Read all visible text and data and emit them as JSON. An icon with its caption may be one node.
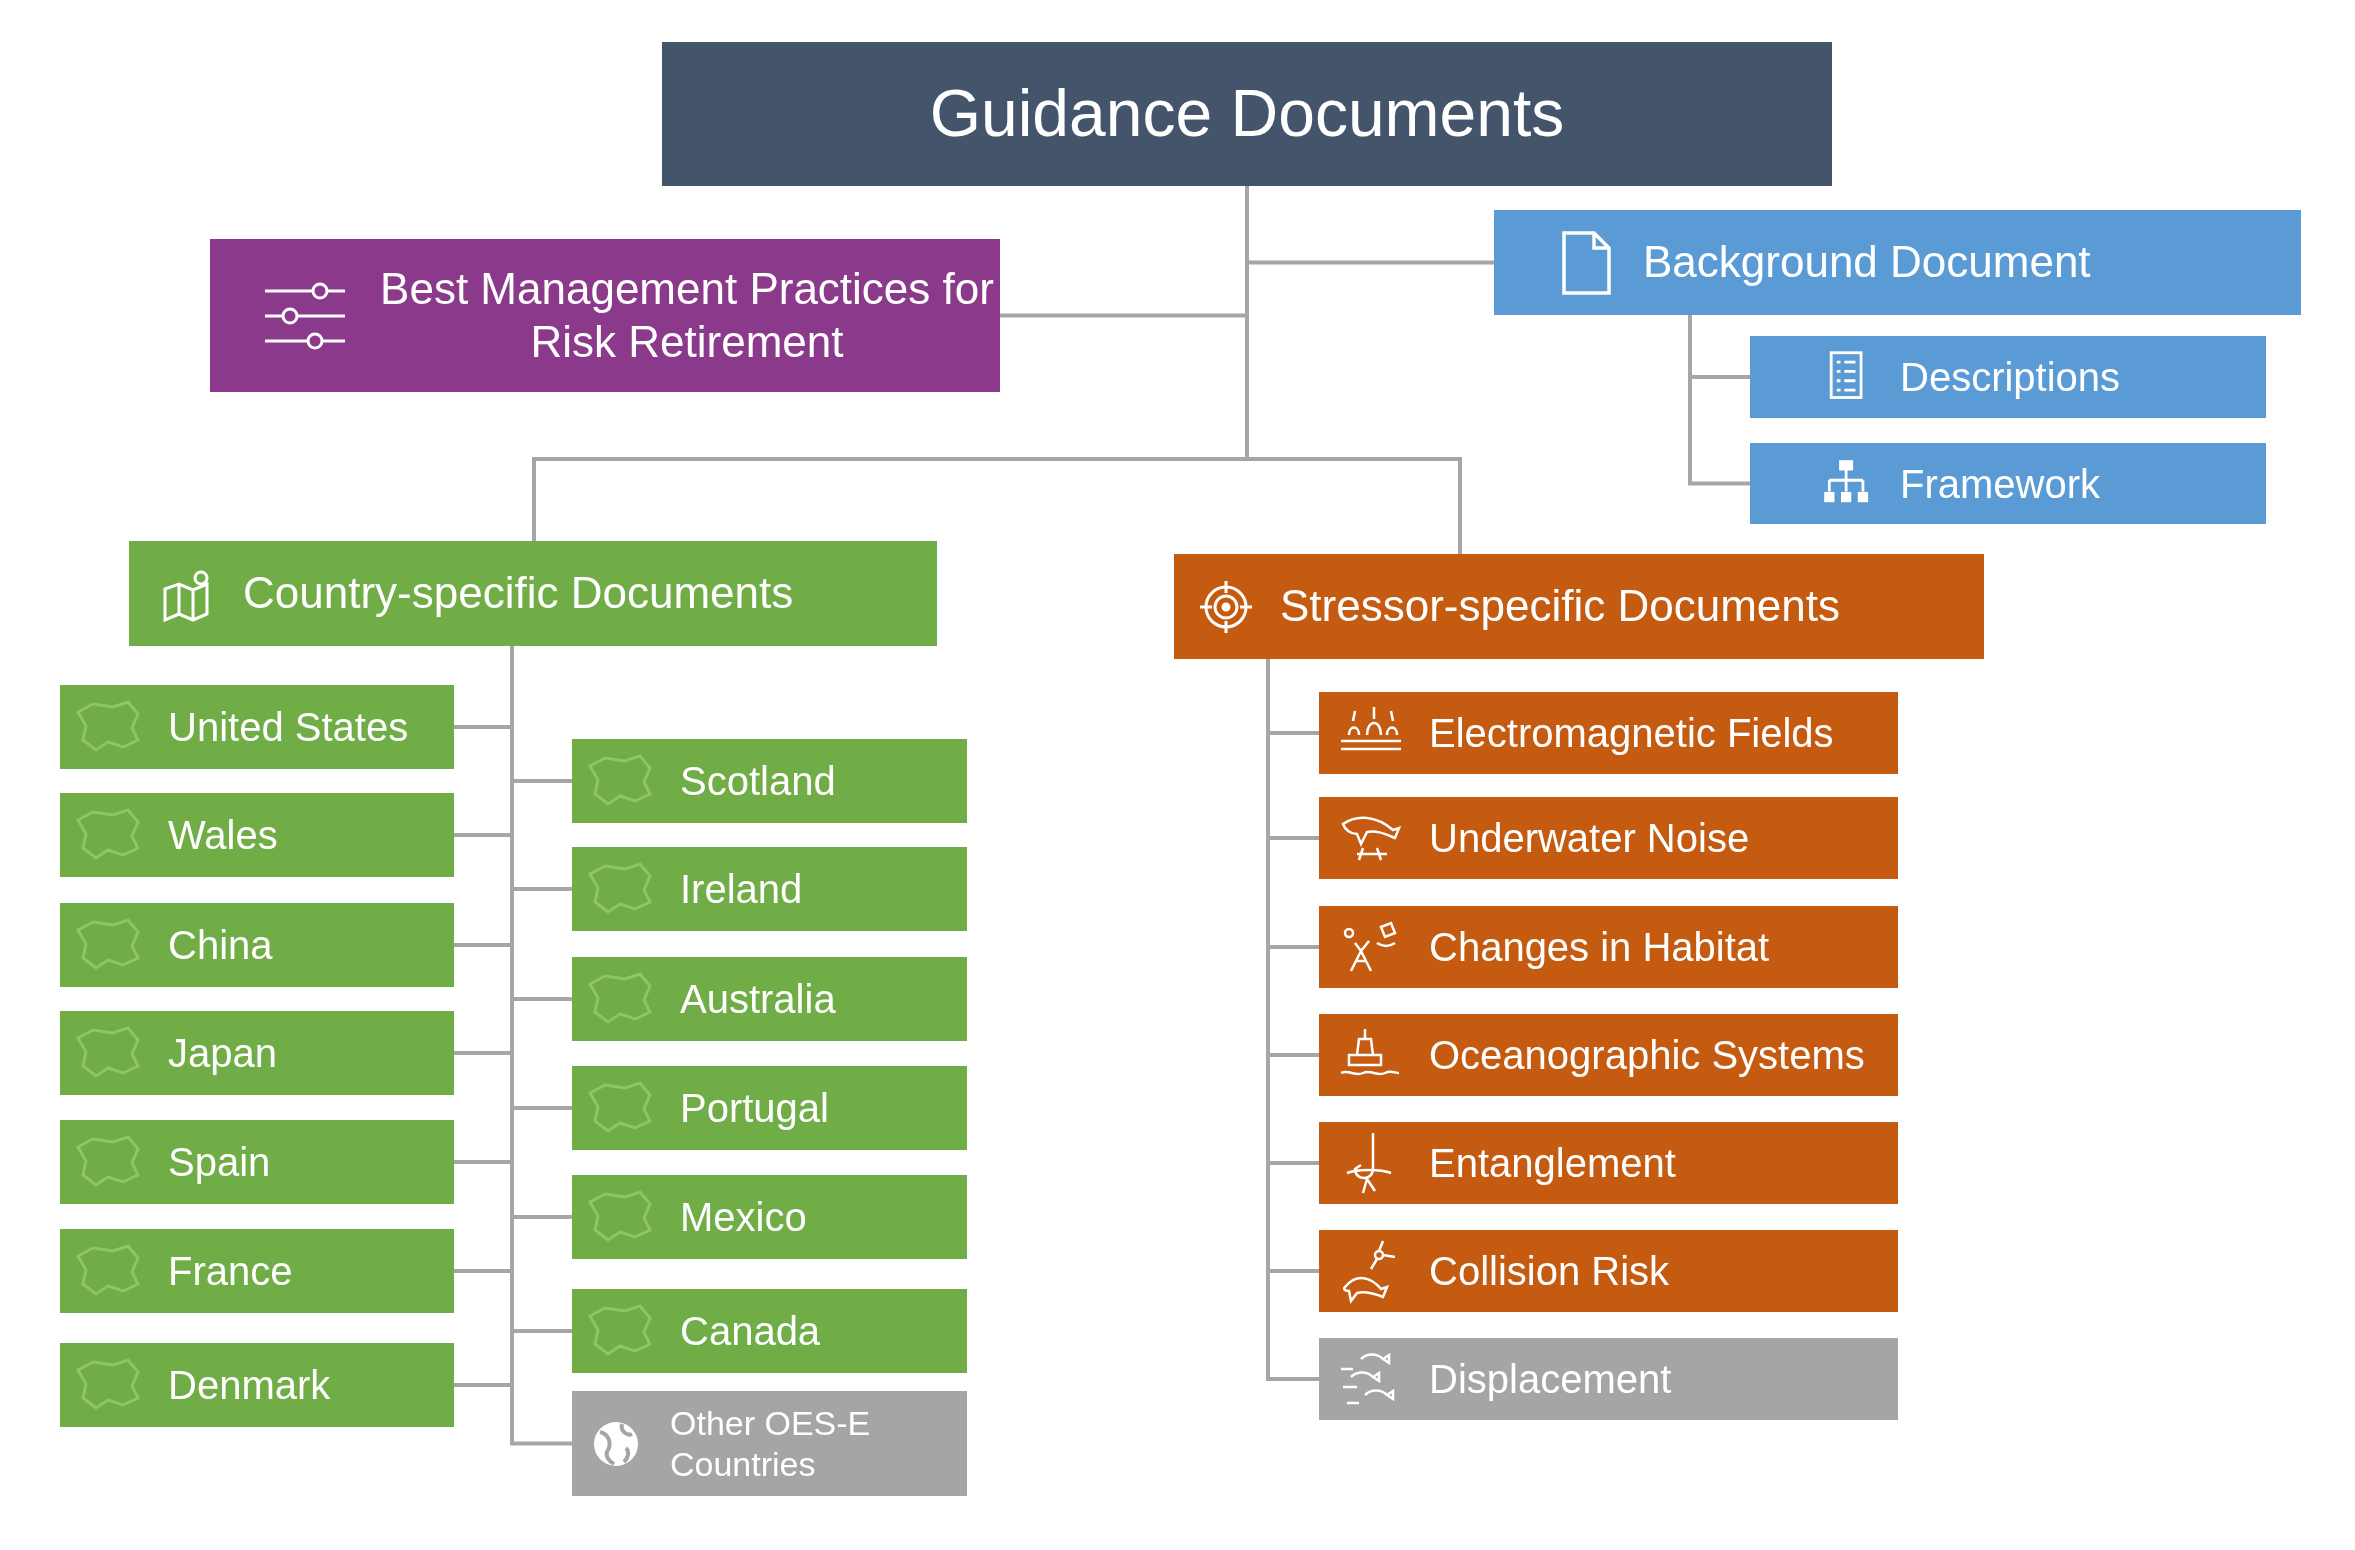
{
  "diagram": {
    "nodes": [
      {
        "text": [
          "Guidance Documents"
        ]
      },
      {
        "text": [
          "Best Management Practices for Risk Retirement"
        ]
      },
      {
        "text": [
          "Background Document"
        ]
      },
      {
        "text": [
          "Descriptions"
        ]
      },
      {
        "text": [
          "Framework"
        ]
      },
      {
        "text": [
          "Country-specific Documents"
        ]
      },
      {
        "text": [
          "Stressor-specific Documents"
        ]
      },
      {
        "text": [
          "United States"
        ]
      },
      {
        "text": [
          "Wales"
        ]
      },
      {
        "text": [
          "China"
        ]
      },
      {
        "text": [
          "Japan"
        ]
      },
      {
        "text": [
          "Spain"
        ]
      },
      {
        "text": [
          "France"
        ]
      },
      {
        "text": [
          "Denmark"
        ]
      },
      {
        "text": [
          "Scotland"
        ]
      },
      {
        "text": [
          "Ireland"
        ]
      },
      {
        "text": [
          "Australia"
        ]
      },
      {
        "text": [
          "Portugal"
        ]
      },
      {
        "text": [
          "Mexico"
        ]
      },
      {
        "text": [
          "Canada"
        ]
      },
      {
        "text": [
          "Other OES-E Countries"
        ]
      },
      {
        "text": [
          "Electromagnetic Fields"
        ]
      },
      {
        "text": [
          "Underwater Noise"
        ]
      },
      {
        "text": [
          "Changes in Habitat"
        ]
      },
      {
        "text": [
          "Oceanographic Systems"
        ]
      },
      {
        "text": [
          "Entanglement"
        ]
      },
      {
        "text": [
          "Collision Risk"
        ]
      },
      {
        "text": [
          "Displacement"
        ]
      }
    ],
    "edges": [
      {
        "from": 0,
        "to": 1,
        "arrow": "none"
      },
      {
        "from": 0,
        "to": 2,
        "arrow": "none"
      },
      {
        "from": 0,
        "to": 5,
        "arrow": "none"
      },
      {
        "from": 0,
        "to": 6,
        "arrow": "none"
      },
      {
        "from": 2,
        "to": 3,
        "arrow": "none"
      },
      {
        "from": 2,
        "to": 4,
        "arrow": "none"
      },
      {
        "from": 5,
        "to": 7,
        "arrow": "none"
      },
      {
        "from": 5,
        "to": 8,
        "arrow": "none"
      },
      {
        "from": 5,
        "to": 9,
        "arrow": "none"
      },
      {
        "from": 5,
        "to": 10,
        "arrow": "none"
      },
      {
        "from": 5,
        "to": 11,
        "arrow": "none"
      },
      {
        "from": 5,
        "to": 12,
        "arrow": "none"
      },
      {
        "from": 5,
        "to": 13,
        "arrow": "none"
      },
      {
        "from": 5,
        "to": 14,
        "arrow": "none"
      },
      {
        "from": 5,
        "to": 15,
        "arrow": "none"
      },
      {
        "from": 5,
        "to": 16,
        "arrow": "none"
      },
      {
        "from": 5,
        "to": 17,
        "arrow": "none"
      },
      {
        "from": 5,
        "to": 18,
        "arrow": "none"
      },
      {
        "from": 5,
        "to": 19,
        "arrow": "none"
      },
      {
        "from": 5,
        "to": 20,
        "arrow": "none"
      },
      {
        "from": 6,
        "to": 21,
        "arrow": "none"
      },
      {
        "from": 6,
        "to": 22,
        "arrow": "none"
      },
      {
        "from": 6,
        "to": 23,
        "arrow": "none"
      },
      {
        "from": 6,
        "to": 24,
        "arrow": "none"
      },
      {
        "from": 6,
        "to": 25,
        "arrow": "none"
      },
      {
        "from": 6,
        "to": 26,
        "arrow": "none"
      },
      {
        "from": 6,
        "to": 27,
        "arrow": "none"
      }
    ]
  }
}
